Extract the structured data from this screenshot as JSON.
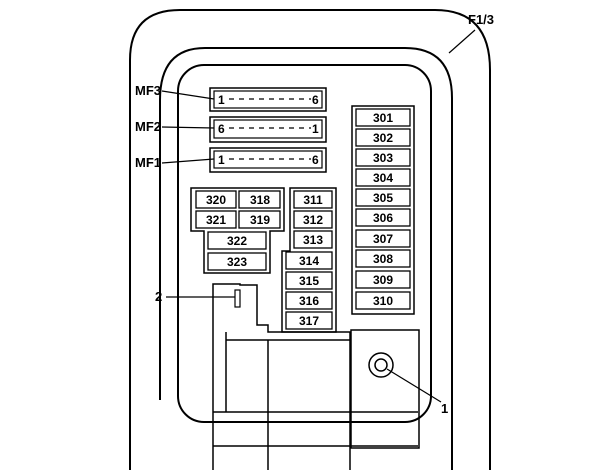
{
  "title": "F1/3",
  "callouts": {
    "one": "1",
    "two": "2"
  },
  "relays": [
    {
      "name": "MF3",
      "left": "1",
      "right": "6"
    },
    {
      "name": "MF2",
      "left": "6",
      "right": "1"
    },
    {
      "name": "MF1",
      "left": "1",
      "right": "6"
    }
  ],
  "fuses": {
    "left_group": [
      "320",
      "318",
      "321",
      "319",
      "322",
      "323"
    ],
    "middle_group": [
      "311",
      "312",
      "313",
      "314",
      "315",
      "316",
      "317"
    ],
    "right_column": [
      "301",
      "302",
      "303",
      "304",
      "305",
      "306",
      "307",
      "308",
      "309",
      "310"
    ]
  }
}
